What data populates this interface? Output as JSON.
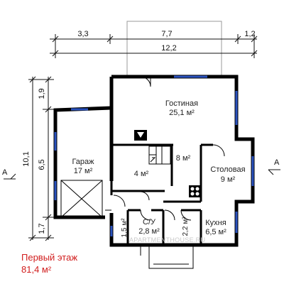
{
  "dimensions": {
    "top": [
      "3,3",
      "7,7",
      "1,2"
    ],
    "total_width": "12,2",
    "left": [
      "1,9",
      "6,5",
      "1,7"
    ],
    "total_height": "10,1"
  },
  "section_mark": "A",
  "rooms": {
    "living": {
      "name": "Гостиная",
      "area": "25,1 м²"
    },
    "garage": {
      "name": "Гараж",
      "area": "17 м²"
    },
    "dining": {
      "name": "Столовая",
      "area": "9 м²"
    },
    "stair_hall": {
      "area": "8 м²"
    },
    "storage": {
      "area": "4 м²"
    },
    "bathroom": {
      "name": "С/У",
      "area": "2,8 м²"
    },
    "corridor_left": {
      "area": "1,5 м²"
    },
    "corridor_right": {
      "area": "2,2 м²"
    },
    "kitchen": {
      "name": "Кухня",
      "area": "6,5 м²"
    }
  },
  "floor_title": "Первый этаж",
  "floor_area": "81,4 м²",
  "watermark": "APARTMENTHOUSE.RU",
  "colors": {
    "wall": "#000000",
    "window": "#2a52be",
    "title": "#d11d1d",
    "line": "#111111"
  }
}
